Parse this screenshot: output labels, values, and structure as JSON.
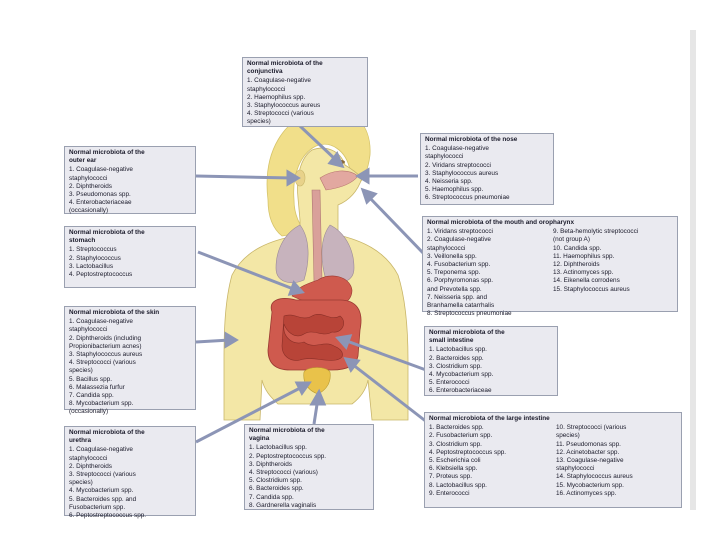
{
  "boxes": {
    "conjunctiva": {
      "title": [
        "Normal microbiota of the",
        "conjunctiva"
      ],
      "items": [
        "1. Coagulase-negative",
        "staphylococci",
        "2. Haemophilus spp.",
        "3. Staphylococcus aureus",
        "4. Streptococci (various",
        "species)"
      ]
    },
    "nose": {
      "title": [
        "Normal microbiota of the nose"
      ],
      "items": [
        "1. Coagulase-negative",
        "staphylococci",
        "2. Viridans streptococci",
        "3. Staphylococcus aureus",
        "4. Neisseria spp.",
        "5. Haemophilus spp.",
        "6. Streptococcus pneumoniae"
      ]
    },
    "outer_ear": {
      "title": [
        "Normal microbiota of the",
        "outer ear"
      ],
      "items": [
        "1. Coagulase-negative",
        "staphylococci",
        "2. Diphtheroids",
        "3. Pseudomonas spp.",
        "4. Enterobacteriaceae",
        "(occasionally)"
      ]
    },
    "mouth": {
      "title": [
        "Normal microbiota of the mouth and oropharynx"
      ],
      "col1": [
        "1. Viridans streptococci",
        "2. Coagulase-negative",
        "staphylococci",
        "3. Veillonella spp.",
        "4. Fusobacterium spp.",
        "5. Treponema spp.",
        "6. Porphyromonas spp.",
        "and Prevotella spp.",
        "7. Neisseria spp. and",
        "Branhamella catarrhalis",
        "8. Streptococcus pneumoniae"
      ],
      "col2": [
        "9. Beta-hemolytic streptococci",
        "(not group A)",
        "10. Candida spp.",
        "11. Haemophilus spp.",
        "12. Diphtheroids",
        "13. Actinomyces spp.",
        "14. Eikenella corrodens",
        "15. Staphylococcus aureus"
      ]
    },
    "stomach": {
      "title": [
        "Normal microbiota of the",
        "stomach"
      ],
      "items": [
        "1. Streptococcus",
        "2. Staphylococcus",
        "3. Lactobacillus",
        "4. Peptostreptococcus"
      ]
    },
    "skin": {
      "title": [
        "Normal microbiota of the skin"
      ],
      "items": [
        "1. Coagulase-negative",
        "staphylococci",
        "2. Diphtheroids (including",
        "Propionibacterium acnes)",
        "3. Staphylococcus aureus",
        "4. Streptococci (various",
        "species)",
        "5. Bacillus spp.",
        "6. Malassezia furfur",
        "7. Candida spp.",
        "8. Mycobacterium spp.",
        "(occasionally)"
      ]
    },
    "small_intestine": {
      "title": [
        "Normal microbiota of the",
        "small intestine"
      ],
      "items": [
        "1. Lactobacillus spp.",
        "2. Bacteroides spp.",
        "3. Clostridium spp.",
        "4. Mycobacterium spp.",
        "5. Enterococci",
        "6. Enterobacteriaceae"
      ]
    },
    "large_intestine": {
      "title": [
        "Normal microbiota of the large intestine"
      ],
      "col1": [
        "1. Bacteroides spp.",
        "2. Fusobacterium spp.",
        "3. Clostridium spp.",
        "4. Peptostreptococcus spp.",
        "5. Escherichia coli",
        "6. Klebsiella spp.",
        "7. Proteus spp.",
        "8. Lactobacillus spp.",
        "9. Enterococci"
      ],
      "col2": [
        "10. Streptococci (various",
        "species)",
        "11. Pseudomonas spp.",
        "12. Acinetobacter spp.",
        "13. Coagulase-negative",
        "staphylococci",
        "14. Staphylococcus aureus",
        "15. Mycobacterium spp.",
        "16. Actinomyces spp."
      ]
    },
    "urethra": {
      "title": [
        "Normal microbiota of the",
        "urethra"
      ],
      "items": [
        "1. Coagulase-negative",
        "staphylococci",
        "2. Diphtheroids",
        "3. Streptococci (various",
        "species)",
        "4. Mycobacterium spp.",
        "5. Bacteroides spp. and",
        "Fusobacterium spp.",
        "6. Peptostreptococcus spp."
      ]
    },
    "vagina": {
      "title": [
        "Normal microbiota of the",
        "vagina"
      ],
      "items": [
        "1. Lactobacillus spp.",
        "2. Peptostreptococcus spp.",
        "3. Diphtheroids",
        "4. Streptococci (various)",
        "5. Clostridium spp.",
        "6. Bacteroides spp.",
        "7. Candida spp.",
        "8. Gardnerella vaginalis"
      ]
    }
  },
  "colors": {
    "skin": "#f3e7a6",
    "hair": "#f1df8a",
    "lung": "#c7b3bd",
    "gut": "#cf5a4e",
    "esophagus": "#d9a09a",
    "arrow": "#8c95b6",
    "box_bg": "#eaeaf0",
    "box_border": "#9aa0b0"
  }
}
